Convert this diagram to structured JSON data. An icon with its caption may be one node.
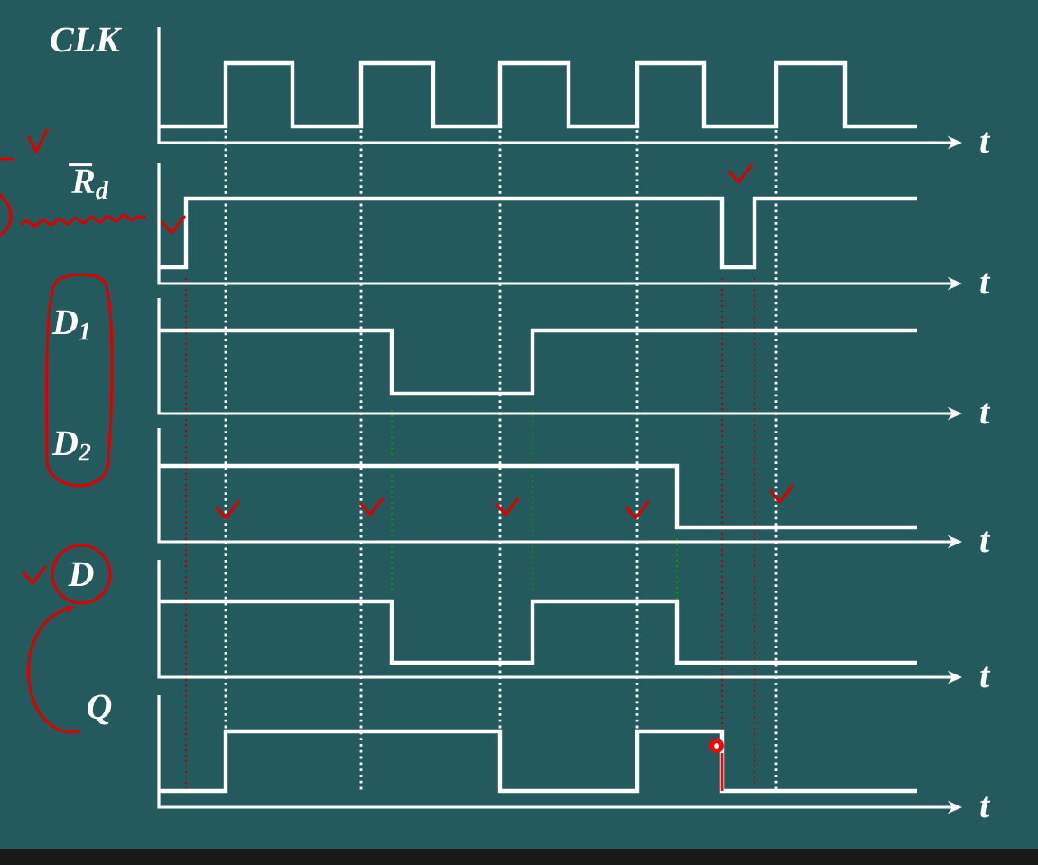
{
  "diagram": {
    "labels": [
      "CLK",
      "t",
      "R$_{d}$",
      "t",
      "D$_{1}$",
      "t",
      "D$_{2}$",
      "t",
      "D",
      "t",
      "Q",
      "t"
    ]
  }
}
